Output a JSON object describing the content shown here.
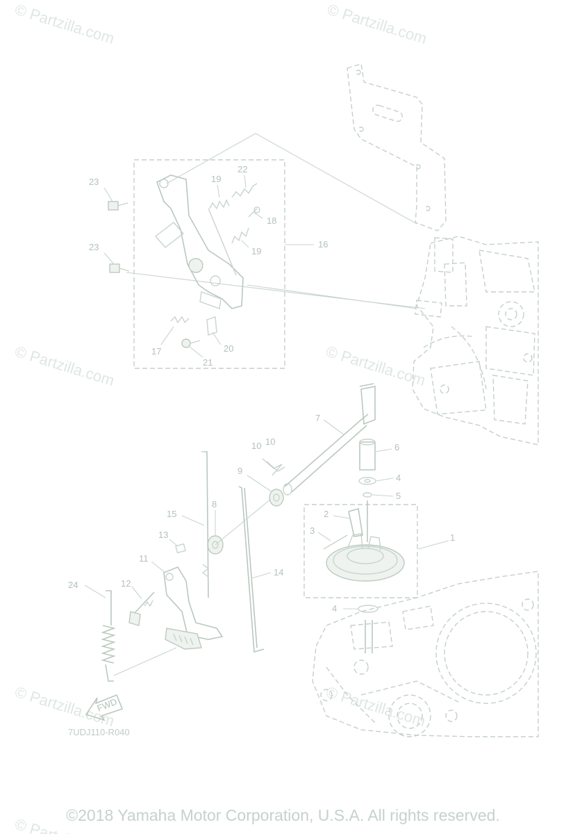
{
  "watermarks": [
    "© Partzilla.com",
    "© Partzilla.com",
    "© Partzilla.com",
    "© Partzilla.com",
    "© Partzilla.com",
    "© Partzilla.com",
    "© Partzilla.com"
  ],
  "callouts": [
    "1",
    "2",
    "3",
    "4",
    "4",
    "5",
    "6",
    "7",
    "8",
    "9",
    "10",
    "10",
    "11",
    "12",
    "13",
    "14",
    "15",
    "16",
    "17",
    "18",
    "19",
    "19",
    "20",
    "21",
    "22",
    "23",
    "23",
    "24"
  ],
  "direction_label": "FWD",
  "diagram_code": "7UDJ110-R040",
  "copyright": "©2018 Yamaha Motor Corporation, U.S.A. All rights reserved."
}
